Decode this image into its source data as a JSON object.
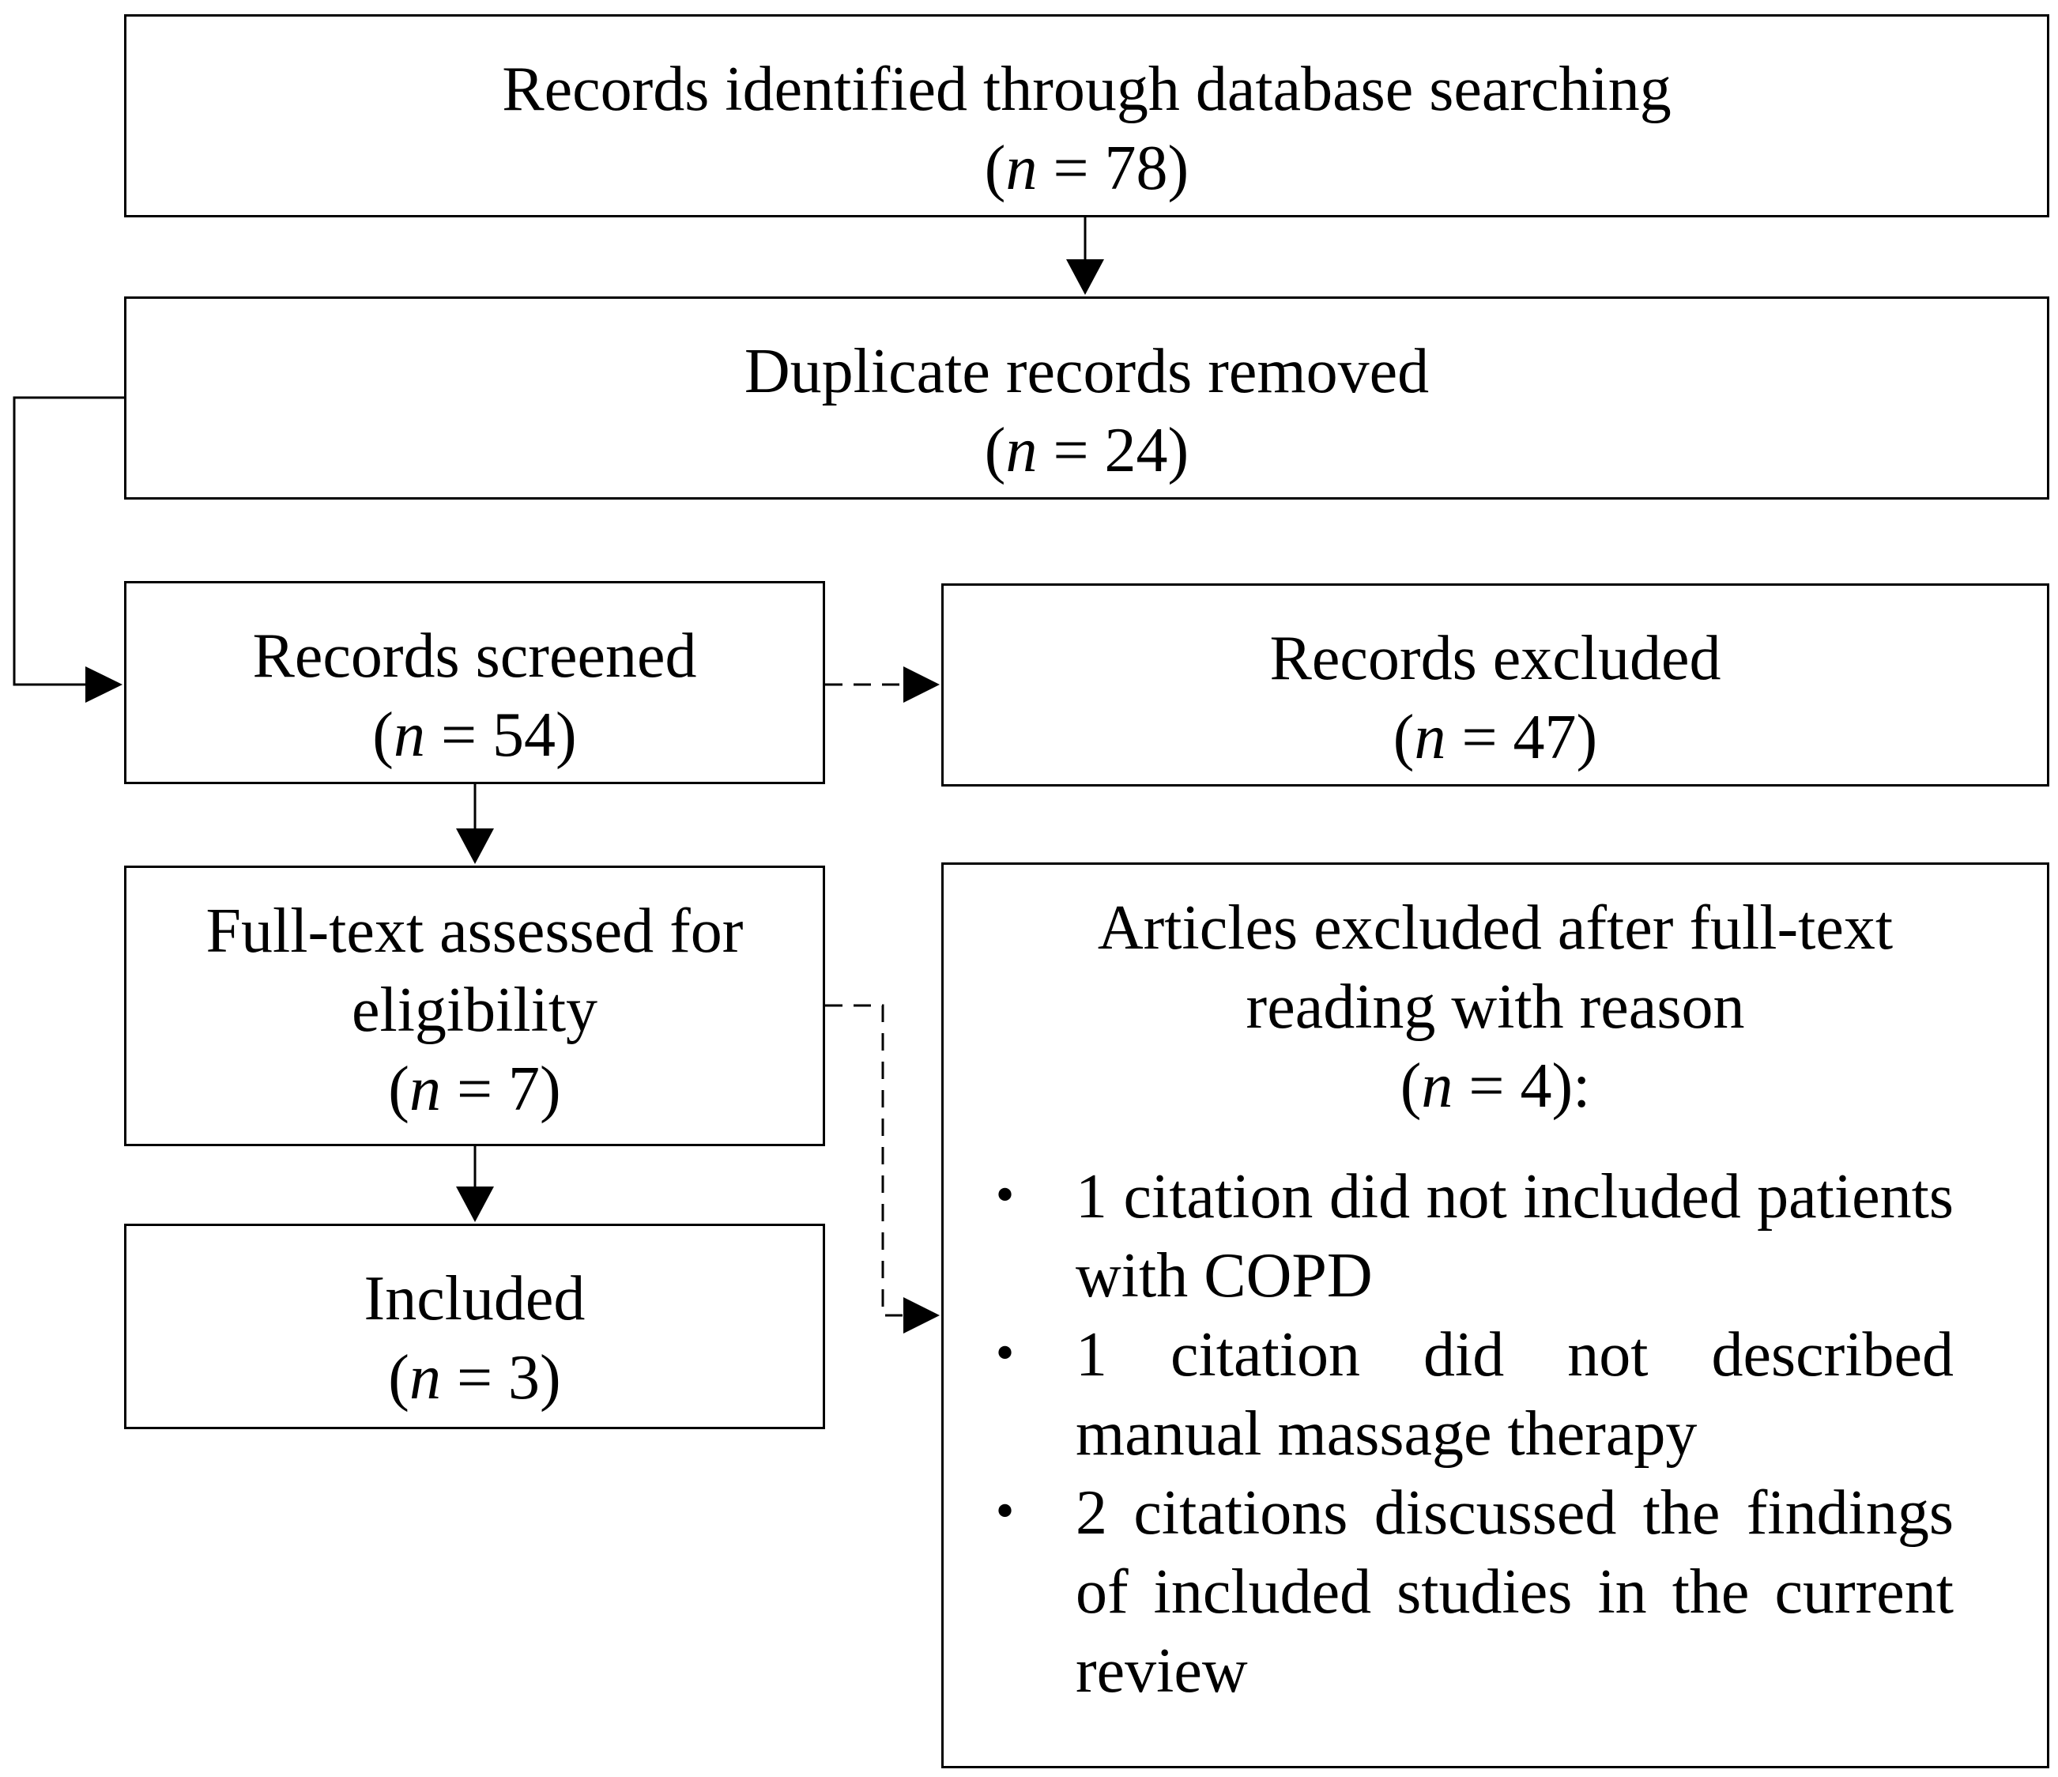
{
  "diagram": {
    "records_identified": {
      "label": "Records identified through database searching",
      "n_var": "n",
      "n_rest": " = 78)"
    },
    "duplicates_removed": {
      "label": "Duplicate records removed",
      "n_var": "n",
      "n_rest": " = 24)"
    },
    "records_screened": {
      "label": "Records screened",
      "n_var": "n",
      "n_rest": " = 54)"
    },
    "records_excluded": {
      "label": "Records excluded",
      "n_var": "n",
      "n_rest": " = 47)"
    },
    "fulltext_assessed": {
      "label_line1": "Full-text assessed for",
      "label_line2": "eligibility",
      "n_var": "n",
      "n_rest": " = 7)"
    },
    "included": {
      "label": "Included",
      "n_var": "n",
      "n_rest": " = 3)"
    },
    "articles_excluded": {
      "label_line1": "Articles excluded after full-text",
      "label_line2": "reading with reason",
      "n_var": "n",
      "n_rest": " = 4):",
      "reasons": [
        "1 citation did not included patients with COPD",
        "1 citation did not described manual massage therapy",
        "2 citations discussed the findings of included studies in the current review"
      ]
    }
  }
}
